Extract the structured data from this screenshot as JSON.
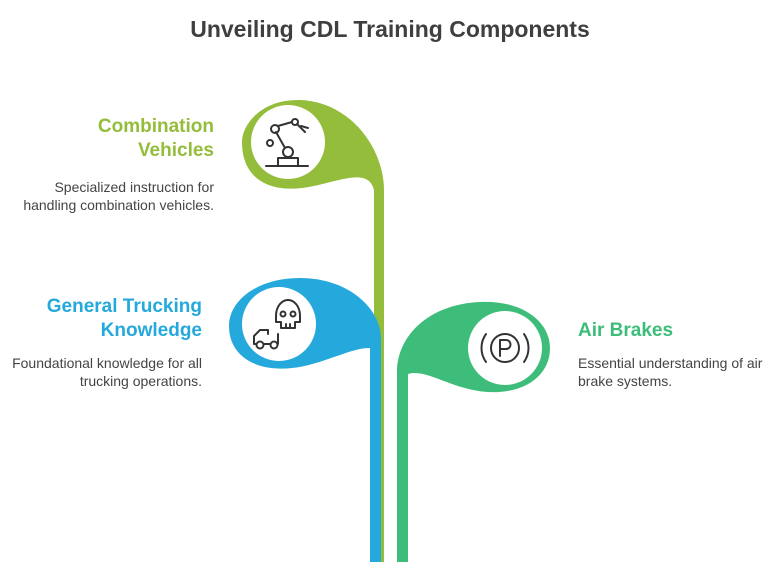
{
  "title": "Unveiling CDL Training Components",
  "colors": {
    "green_lime": "#93bd3b",
    "blue": "#25a9dc",
    "green_teal": "#3dbd79",
    "icon_stroke": "#333333",
    "title": "#3f3f3f"
  },
  "components": [
    {
      "label": "Combination Vehicles",
      "description": "Specialized instruction for handling combination vehicles.",
      "icon": "robotic-arm-icon",
      "color": "#93bd3b"
    },
    {
      "label": "General Trucking Knowledge",
      "description": "Foundational knowledge for all trucking operations.",
      "icon": "truck-skull-icon",
      "color": "#25a9dc"
    },
    {
      "label": "Air Brakes",
      "description": "Essential understanding of air brake systems.",
      "icon": "parking-brake-icon",
      "color": "#3dbd79"
    }
  ]
}
